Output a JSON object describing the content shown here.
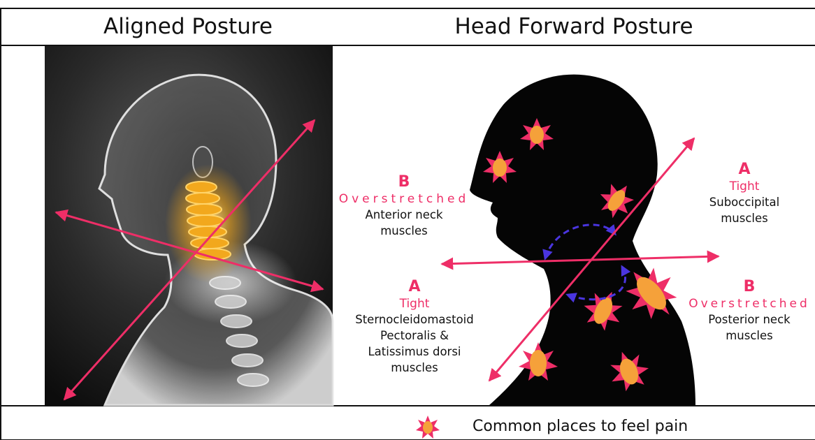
{
  "panels": {
    "left_title": "Aligned Posture",
    "right_title": "Head Forward Posture"
  },
  "annotations": {
    "b_anterior": {
      "letter": "B",
      "state": "Overstretched",
      "muscles": [
        "Anterior neck",
        "muscles"
      ]
    },
    "a_suboccipital": {
      "letter": "A",
      "state": "Tight",
      "muscles": [
        "Suboccipital",
        "muscles"
      ]
    },
    "a_front": {
      "letter": "A",
      "state": "Tight",
      "muscles": [
        "Sternocleidomastoid",
        "Pectoralis &",
        "Latissimus dorsi",
        "muscles"
      ]
    },
    "b_posterior": {
      "letter": "B",
      "state": "Overstretched",
      "muscles": [
        "Posterior neck",
        "muscles"
      ]
    }
  },
  "legend": {
    "label": "Common places to feel pain",
    "icon": "pain-star-icon"
  },
  "colors": {
    "arrow": "#ee2e67",
    "label_accent": "#ee2e67",
    "pain_star_outer": "#ee2e67",
    "pain_star_inner": "#f5a13a",
    "rotation_arrow": "#4a35e0",
    "spine_glow": "#f2a81d"
  }
}
